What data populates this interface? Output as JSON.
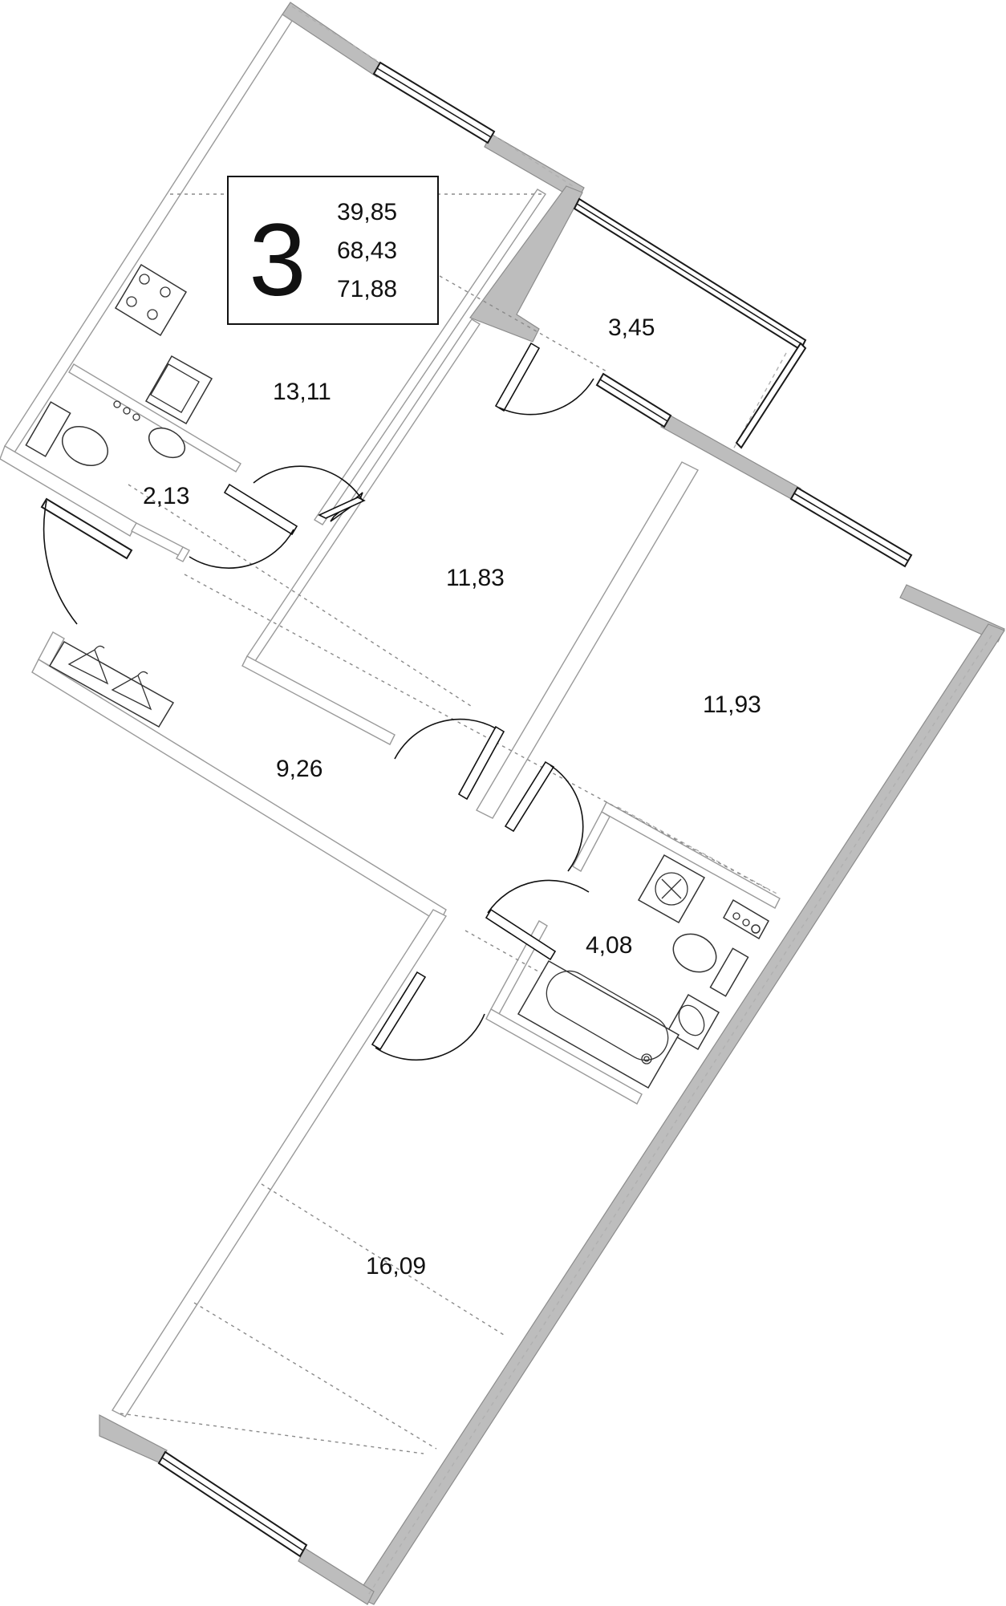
{
  "summary": {
    "rooms_count": "3",
    "area_living": "39,85",
    "area_total": "68,43",
    "area_total_with_balcony": "71,88"
  },
  "rooms": {
    "kitchen": "13,11",
    "wc": "2,13",
    "balcony": "3,45",
    "bedroom_small": "11,83",
    "bedroom_right": "11,93",
    "hall": "9,26",
    "bathroom": "4,08",
    "living_room": "16,09"
  },
  "colors": {
    "wall_exterior": "#bdbdbd",
    "line": "#111111",
    "background": "#ffffff"
  }
}
